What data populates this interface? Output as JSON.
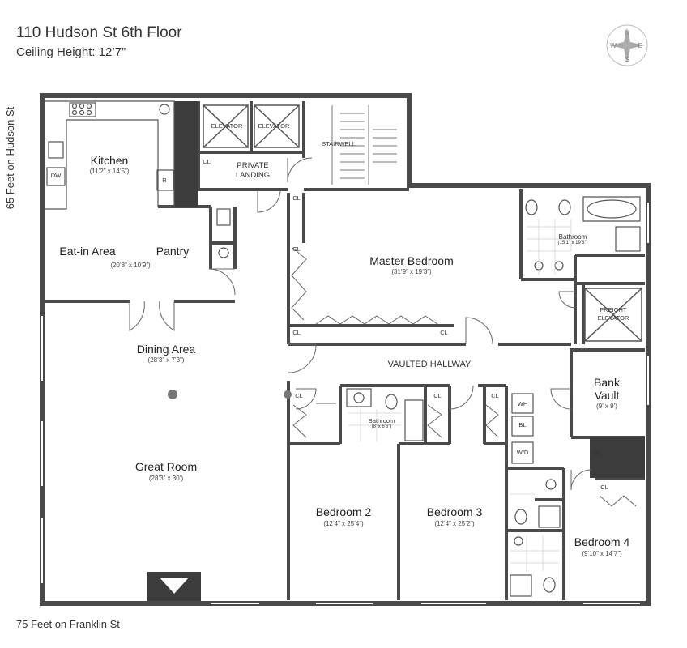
{
  "header": {
    "title": "110 Hudson St 6th Floor",
    "subtitle": "Ceiling Height: 12’7”"
  },
  "streets": {
    "left": "65 Feet on Hudson St",
    "bottom": "75 Feet on Franklin St"
  },
  "compass": {
    "n": "N",
    "e": "E",
    "s": "S",
    "w": "W"
  },
  "rooms": {
    "kitchen": {
      "name": "Kitchen",
      "dim": "(11’2” x 14’5”)"
    },
    "eat_in": {
      "name": "Eat-in Area"
    },
    "pantry": {
      "name": "Pantry",
      "dim": "(20’8” x 10’9”)"
    },
    "dining": {
      "name": "Dining Area",
      "dim": "(28’3” x 7’3”)"
    },
    "great_room": {
      "name": "Great Room",
      "dim": "(28’3” x 30’)"
    },
    "master": {
      "name": "Master Bedroom",
      "dim": "(31’9” x 19’3”)"
    },
    "master_bath": {
      "name": "Bathroom",
      "dim": "(15’1” x 19’8”)"
    },
    "hall": {
      "name": "VAULTED HALLWAY"
    },
    "bank_vault": {
      "name1": "Bank",
      "name2": "Vault",
      "dim": "(9’ x 9’)"
    },
    "bath2": {
      "name": "Bathroom",
      "dim": "(8’ x 6’6”)"
    },
    "bedroom2": {
      "name": "Bedroom 2",
      "dim": "(12’4” x 25’4”)"
    },
    "bedroom3": {
      "name": "Bedroom 3",
      "dim": "(12’4” x 25’2”)"
    },
    "bedroom4": {
      "name": "Bedroom 4",
      "dim": "(9’10” x 14’7”)"
    }
  },
  "labels": {
    "elevator": "ELEVATOR",
    "private_landing_1": "PRIVATE",
    "private_landing_2": "LANDING",
    "stairwell": "STAIRWELL",
    "freight_1": "FREIGHT",
    "freight_2": "ELEVATOR",
    "closet": "CL",
    "dishwasher": "DW",
    "refrigerator": "R",
    "water_heater": "WH",
    "boiler": "BL",
    "washer_dryer": "W/D"
  },
  "colors": {
    "wall": "#4a4a4a",
    "fill_dark": "#3c3c3c",
    "line": "#555555"
  }
}
